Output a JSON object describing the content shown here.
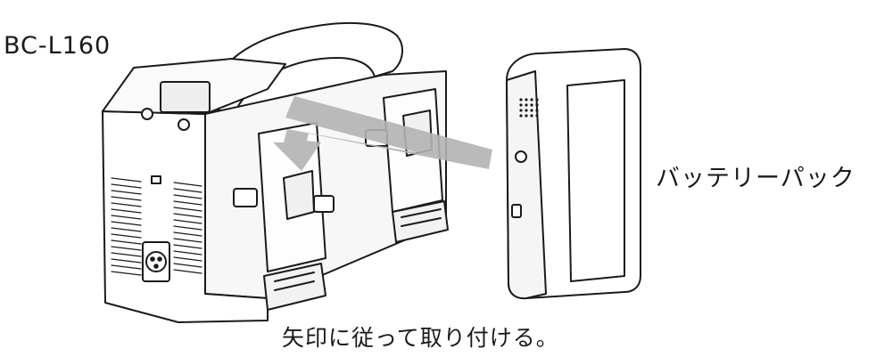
{
  "labels": {
    "model": "BC-L160",
    "battery_pack": "バッテリーパック",
    "caption": "矢印に従って取り付ける。"
  },
  "colors": {
    "line": "#1a1a1a",
    "fill": "#ffffff",
    "arrow": "#b3b3b3",
    "shade": "#e6e6e6"
  },
  "icons": [
    "charger-illustration",
    "battery-pack-illustration",
    "insert-arrow"
  ]
}
